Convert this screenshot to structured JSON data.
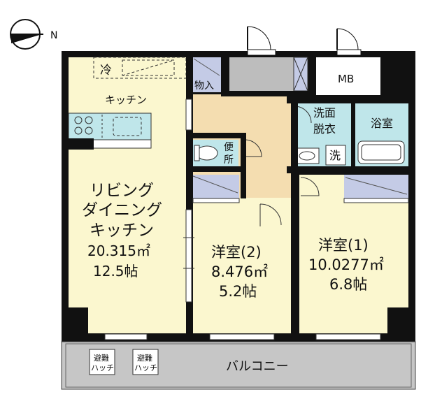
{
  "compass": {
    "label": "N"
  },
  "colors": {
    "wall": "#111111",
    "room": "#fbf7cf",
    "hall": "#f4ddb0",
    "wet": "#bfe6ea",
    "storage": "#c4cbe6",
    "duct": "#bdbdbd",
    "balcony": "#c6c6c6"
  },
  "rooms": {
    "ldk": {
      "name_line1": "リビング",
      "name_line2": "ダイニング",
      "name_line3": "キッチン",
      "area": "20.315㎡",
      "tatami": "12.5帖"
    },
    "kitchen_label": "キッチン",
    "fridge": "冷",
    "storage": "物入",
    "toilet": "便所",
    "washroom": "洗面脱衣",
    "washer": "洗",
    "bathroom": "浴室",
    "mb": "MB",
    "western2": {
      "name": "洋室(2)",
      "area": "8.476㎡",
      "tatami": "5.2帖"
    },
    "western1": {
      "name": "洋室(1)",
      "area": "10.0277㎡",
      "tatami": "6.8帖"
    },
    "balcony": "バルコニー",
    "hatch1": "避難ハッチ",
    "hatch2": "避難ハッチ"
  }
}
